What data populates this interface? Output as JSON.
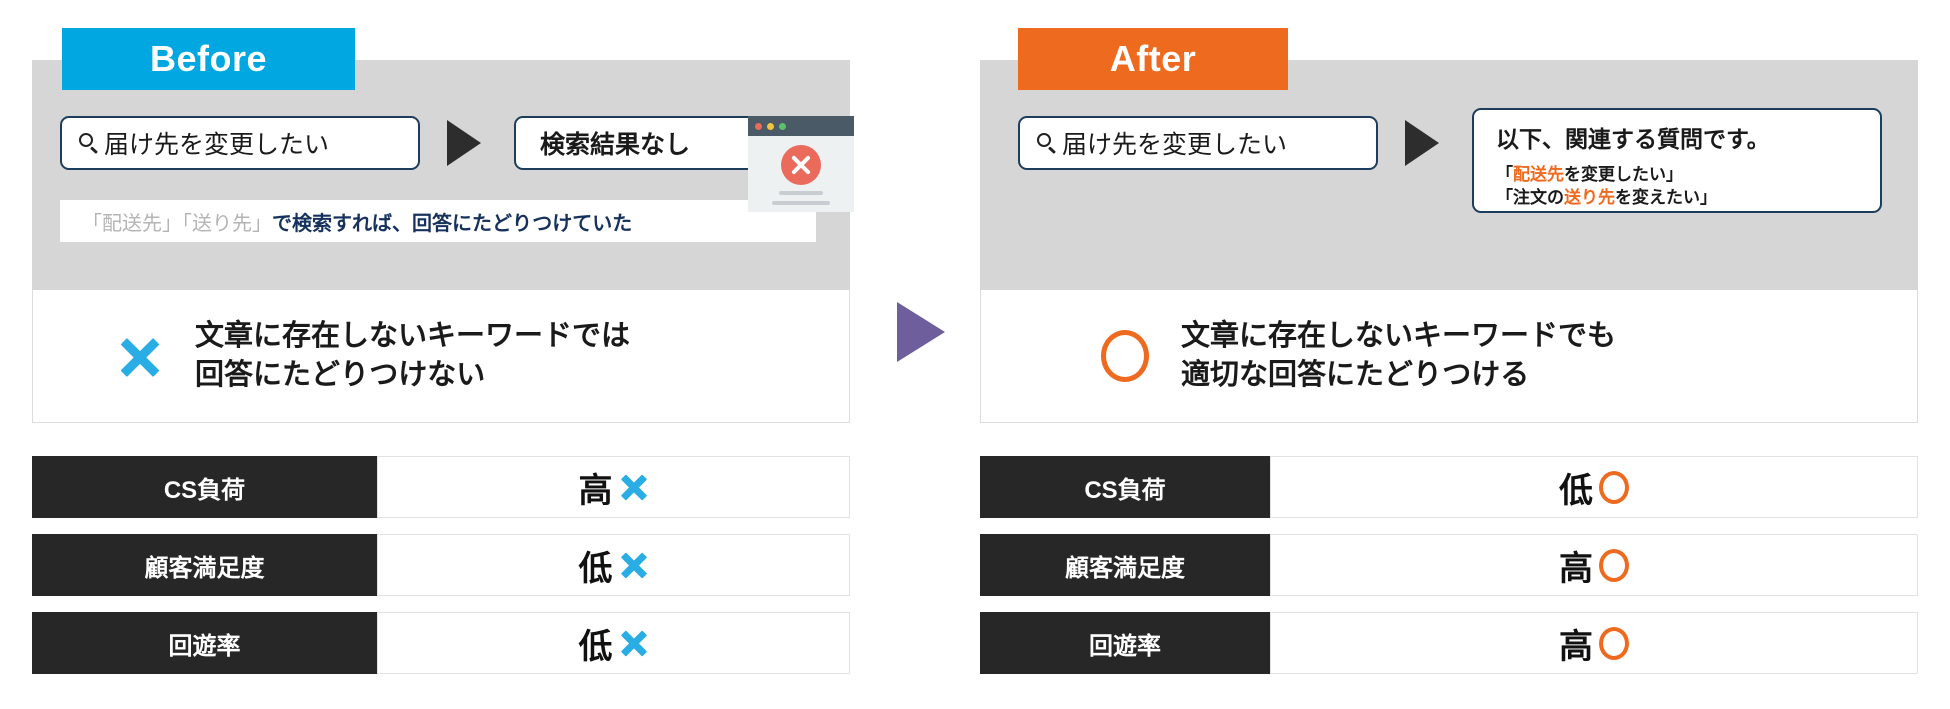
{
  "colors": {
    "before_accent": "#00a7e1",
    "after_accent": "#ed6a1e",
    "panel_gray": "#d6d6d6",
    "label_black": "#272727",
    "navy_text": "#16325c",
    "purple_arrow": "#6e5e9c",
    "x_mark": "#29ade4",
    "o_mark": "#ed6a1e"
  },
  "before": {
    "badge": "Before",
    "search": {
      "value": "届け先を変更したい",
      "icon": "search-icon"
    },
    "arrow_icon": "play-triangle-icon",
    "result": {
      "text": "検索結果なし",
      "icon": "error-window-icon"
    },
    "hint": {
      "gray_part": "「配送先」「送り先」",
      "navy_part": "で検索すれば、回答にたどりつけていた"
    },
    "statement": {
      "mark": "x-mark",
      "line1": "文章に存在しないキーワードでは",
      "line2": "回答にたどりつけない"
    },
    "table": [
      {
        "label": "CS負荷",
        "value": "高",
        "mark": "x-mark"
      },
      {
        "label": "顧客満足度",
        "value": "低",
        "mark": "x-mark"
      },
      {
        "label": "回遊率",
        "value": "低",
        "mark": "x-mark"
      }
    ]
  },
  "after": {
    "badge": "After",
    "search": {
      "value": "届け先を変更したい",
      "icon": "search-icon"
    },
    "arrow_icon": "play-triangle-icon",
    "result": {
      "heading": "以下、関連する質問です。",
      "items": [
        {
          "pre": "「",
          "highlight": "配送先",
          "post": "を変更したい」"
        },
        {
          "pre": "「注文の",
          "highlight": "送り先",
          "post": "を変えたい」"
        }
      ],
      "icon": "document-search-icon"
    },
    "statement": {
      "mark": "o-mark",
      "line1": "文章に存在しないキーワードでも",
      "line2": "適切な回答にたどりつける"
    },
    "table": [
      {
        "label": "CS負荷",
        "value": "低",
        "mark": "o-mark"
      },
      {
        "label": "顧客満足度",
        "value": "高",
        "mark": "o-mark"
      },
      {
        "label": "回遊率",
        "value": "高",
        "mark": "o-mark"
      }
    ]
  },
  "center": {
    "arrow_icon": "purple-triangle-icon"
  }
}
